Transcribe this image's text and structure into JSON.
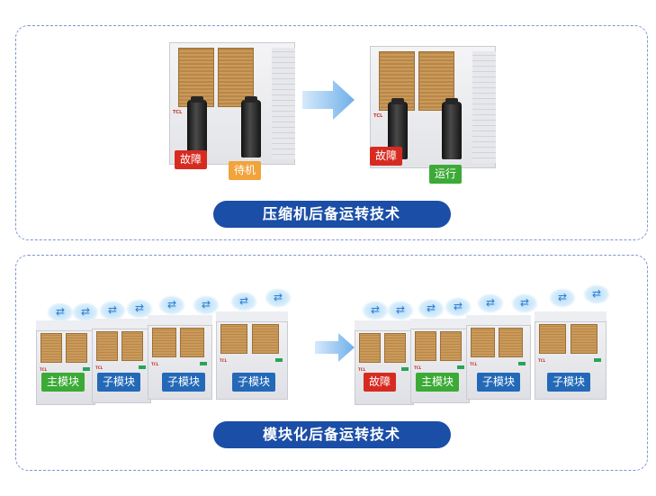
{
  "section1": {
    "caption": "压缩机后备运转技术",
    "before": {
      "labels": [
        "故障",
        "待机"
      ]
    },
    "after": {
      "labels": [
        "故障",
        "运行"
      ]
    }
  },
  "section2": {
    "caption": "模块化后备运转技术",
    "before": {
      "labels": [
        "主模块",
        "子模块",
        "子模块",
        "子模块"
      ]
    },
    "after": {
      "labels": [
        "故障",
        "主模块",
        "子模块",
        "子模块"
      ]
    }
  },
  "brand": "TCL",
  "colors": {
    "caption_bg": "#1b4ea6",
    "fault": "#d72b22",
    "standby": "#f1a33c",
    "running": "#3caa36",
    "master": "#3caa36",
    "slave": "#2369b8",
    "border": "#7f95d6"
  },
  "icons": [
    "right-arrow-icon",
    "airflow-icon",
    "compressor-icon"
  ]
}
